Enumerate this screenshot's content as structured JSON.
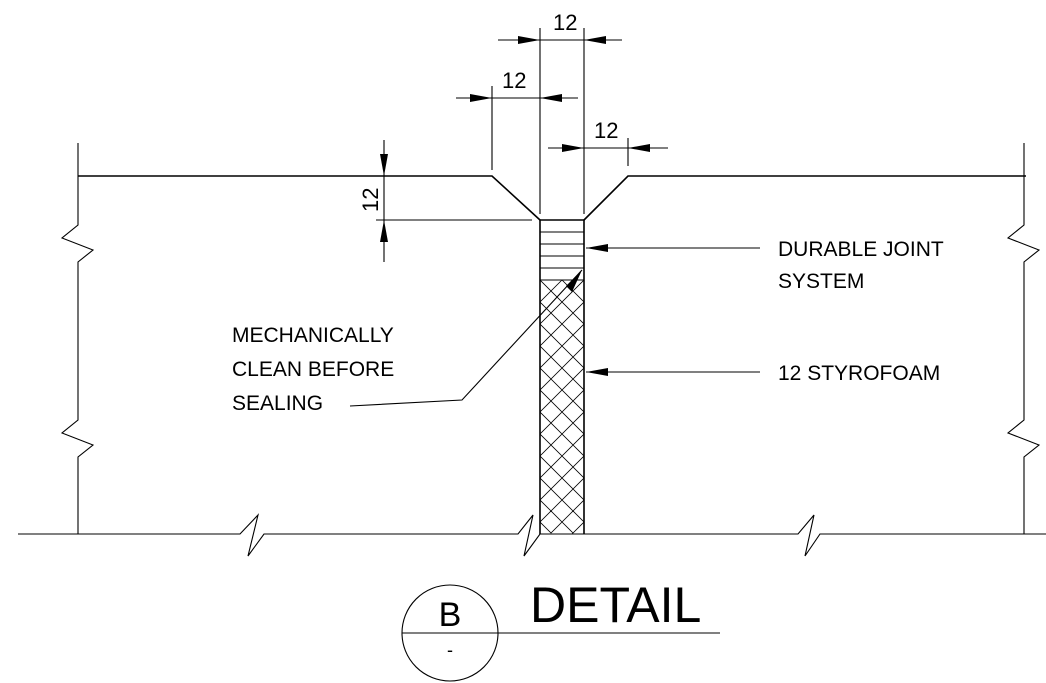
{
  "dimensions": {
    "top": "12",
    "upper_left": "12",
    "right": "12",
    "vertical": "12"
  },
  "notes": {
    "durable_joint_line1": "DURABLE JOINT",
    "durable_joint_line2": "SYSTEM",
    "styrofoam": "12 STYROFOAM",
    "mechanically_line1": "MECHANICALLY",
    "mechanically_line2": "CLEAN BEFORE",
    "mechanically_line3": "SEALING"
  },
  "title_block": {
    "detail_letter": "B",
    "sheet_ref": "-",
    "title": "DETAIL"
  }
}
